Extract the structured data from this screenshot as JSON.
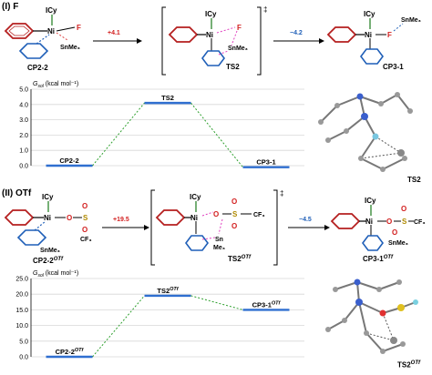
{
  "sections": [
    {
      "label": "(I) F"
    },
    {
      "label": "(II) OTf"
    }
  ],
  "schemes": [
    {
      "species": [
        {
          "id": "CP2-2",
          "label": "CP2-2",
          "atoms": [
            "ICy",
            "Ni",
            "F",
            "SnMe₃"
          ]
        },
        {
          "id": "TS2",
          "label": "TS2",
          "atoms": [
            "ICy",
            "Ni",
            "F",
            "SnMe₃"
          ],
          "mark": "‡"
        },
        {
          "id": "CP3-1",
          "label": "CP3-1",
          "atoms": [
            "ICy",
            "Ni",
            "F",
            "SnMe₃"
          ]
        }
      ],
      "arrows": [
        {
          "value": "+4.1",
          "color": "#d21e1e"
        },
        {
          "value": "−4.2",
          "color": "#1f5fb8"
        }
      ],
      "side_label": "TS2"
    },
    {
      "species": [
        {
          "id": "CP2-2OTf",
          "label": "CP2-2",
          "sup": "OTf",
          "atoms": [
            "ICy",
            "Ni",
            "O",
            "S",
            "O",
            "O",
            "CF₃",
            "SnMe₃"
          ]
        },
        {
          "id": "TS2OTf",
          "label": "TS2",
          "sup": "OTf",
          "atoms": [
            "ICy",
            "Ni",
            "O",
            "S",
            "O",
            "O",
            "CF₃",
            "Sn",
            "Me₃"
          ],
          "mark": "‡"
        },
        {
          "id": "CP3-1OTf",
          "label": "CP3-1",
          "sup": "OTf",
          "atoms": [
            "ICy",
            "Ni",
            "O",
            "S",
            "O",
            "O",
            "CF₃",
            "SnMe₃"
          ]
        }
      ],
      "arrows": [
        {
          "value": "+19.5",
          "color": "#d21e1e"
        },
        {
          "value": "−4.5",
          "color": "#1f5fb8"
        }
      ],
      "side_label": "TS2",
      "side_sup": "OTf"
    }
  ],
  "chart_data": [
    {
      "type": "line",
      "ylabel": "G",
      "ylabel_sub": "sol",
      "ylabel_unit": "(kcal mol⁻¹)",
      "ylim": [
        0,
        5
      ],
      "yticks": [
        0.0,
        1.0,
        2.0,
        3.0,
        4.0,
        5.0
      ],
      "ytick_labels": [
        "0.0",
        "1.0",
        "2.0",
        "3.0",
        "4.0",
        "5.0"
      ],
      "grid": true,
      "series": [
        {
          "values": [
            {
              "label": "CP2-2",
              "sup": "",
              "y": 0.0
            },
            {
              "label": "TS2",
              "sup": "",
              "y": 4.1
            },
            {
              "label": "CP3-1",
              "sup": "",
              "y": -0.1
            }
          ]
        }
      ],
      "level_color": "#2f6fd0",
      "connector_color": "#2ea02e"
    },
    {
      "type": "line",
      "ylabel": "G",
      "ylabel_sub": "sol",
      "ylabel_unit": "(kcal mol⁻¹)",
      "ylim": [
        0,
        25
      ],
      "yticks": [
        0.0,
        5.0,
        10.0,
        15.0,
        20.0,
        25.0
      ],
      "ytick_labels": [
        "0.0",
        "5.0",
        "10.0",
        "15.0",
        "20.0",
        "25.0"
      ],
      "grid": true,
      "series": [
        {
          "values": [
            {
              "label": "CP2-2",
              "sup": "OTf",
              "y": 0.0
            },
            {
              "label": "TS2",
              "sup": "OTf",
              "y": 19.5
            },
            {
              "label": "CP3-1",
              "sup": "OTf",
              "y": 15.0
            }
          ]
        }
      ],
      "level_color": "#2f6fd0",
      "connector_color": "#2ea02e"
    }
  ]
}
